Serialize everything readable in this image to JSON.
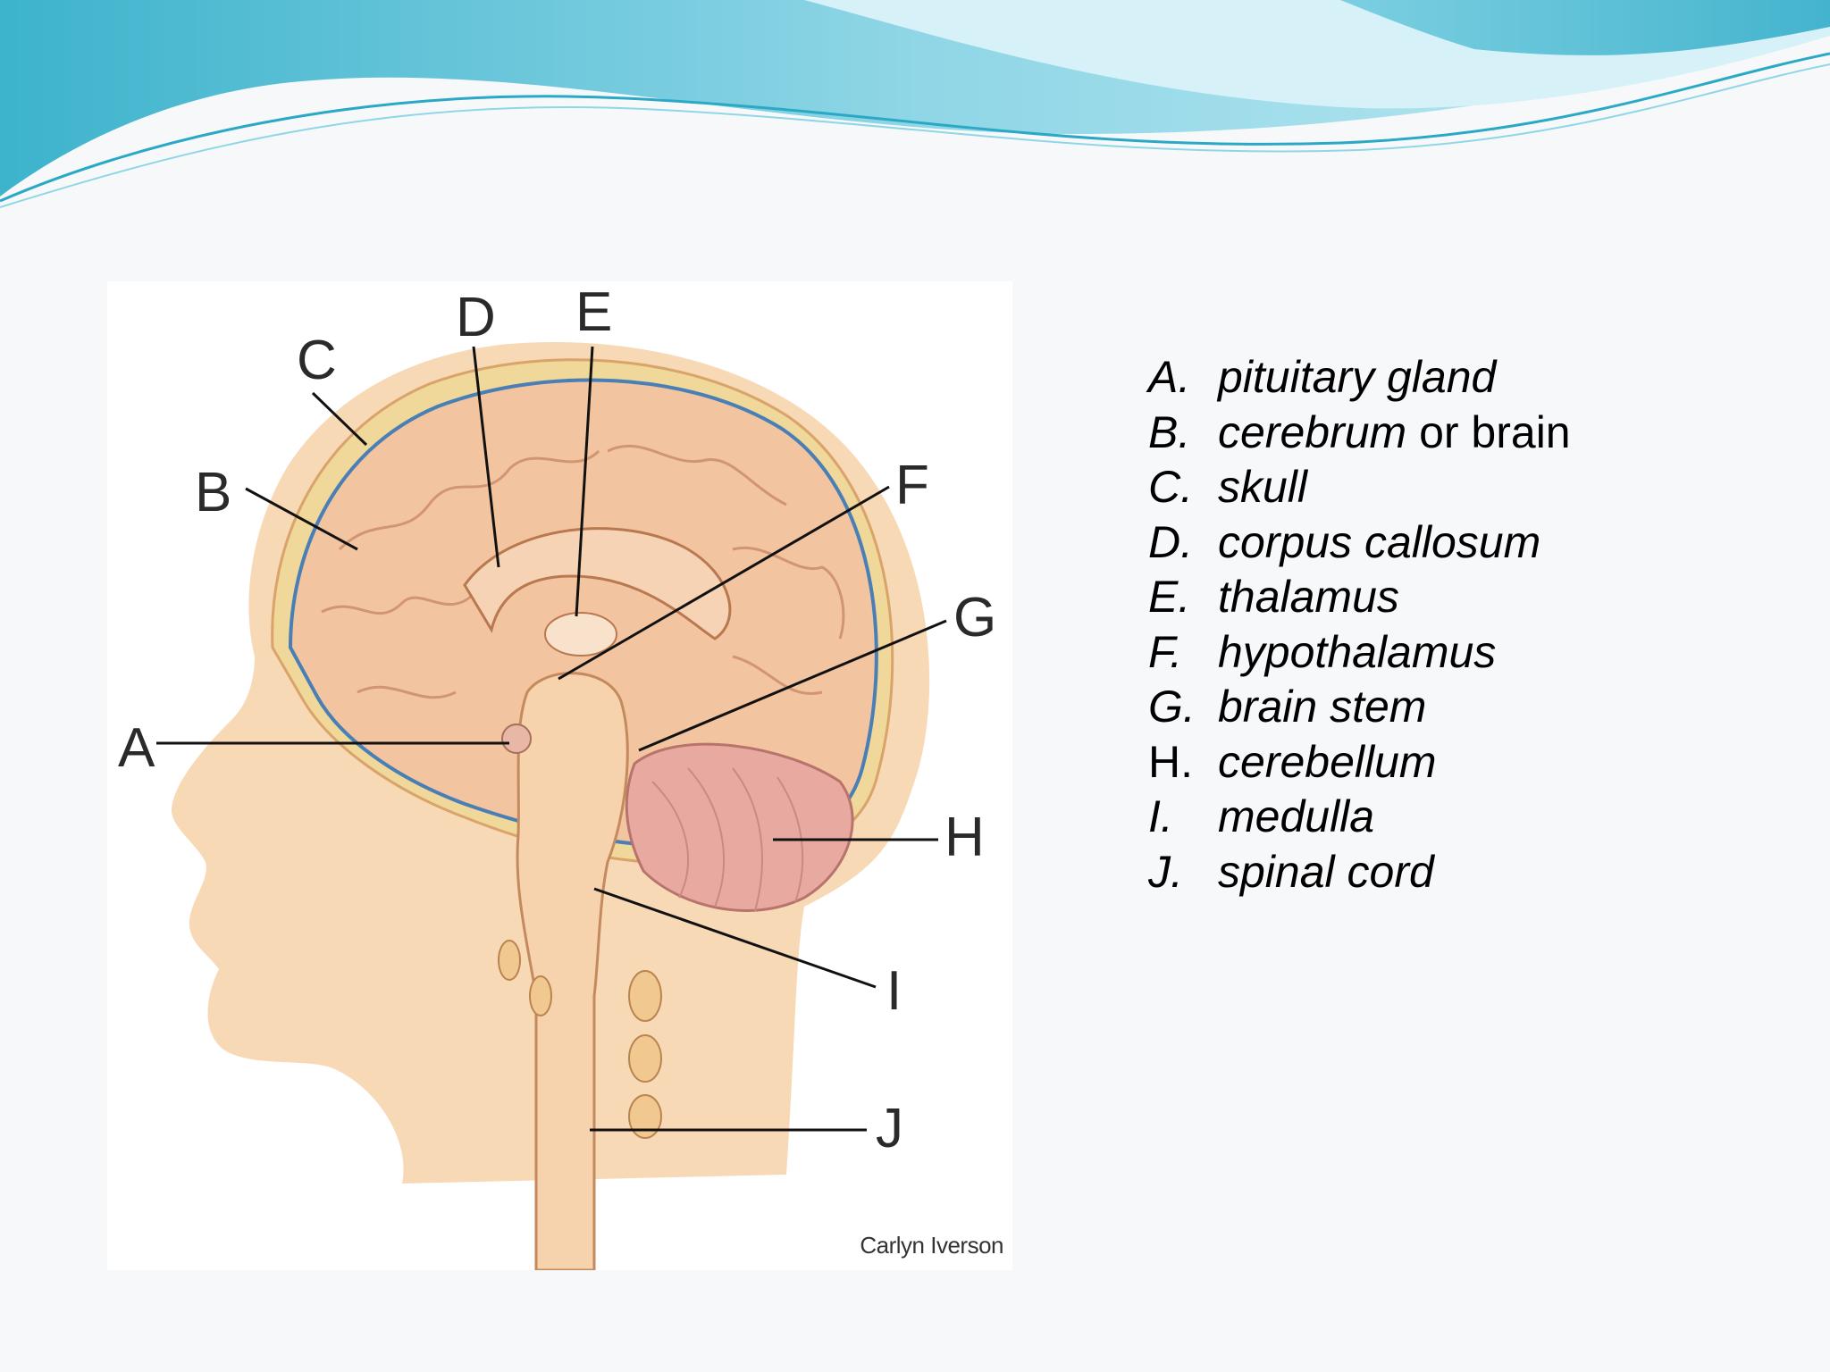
{
  "diagram": {
    "labels": [
      "A",
      "B",
      "C",
      "D",
      "E",
      "F",
      "G",
      "H",
      "I",
      "J"
    ],
    "credit": "Carlyn Iverson"
  },
  "legend": [
    {
      "letter": "A.",
      "text": "pituitary gland",
      "letter_italic": true,
      "text_italic": true
    },
    {
      "letter": "B.",
      "text": "cerebrum",
      "suffix": " or brain",
      "letter_italic": true,
      "text_italic": true
    },
    {
      "letter": "C.",
      "text": "skull",
      "letter_italic": true,
      "text_italic": true
    },
    {
      "letter": "D.",
      "text": "corpus callosum",
      "letter_italic": true,
      "text_italic": true
    },
    {
      "letter": "E.",
      "text": "thalamus",
      "letter_italic": true,
      "text_italic": true
    },
    {
      "letter": "F.",
      "text": "hypothalamus",
      "letter_italic": true,
      "text_italic": true
    },
    {
      "letter": "G.",
      "text": "brain stem",
      "letter_italic": true,
      "text_italic": true
    },
    {
      "letter": "H.",
      "text": "cerebellum",
      "letter_italic": false,
      "text_italic": true
    },
    {
      "letter": "I.",
      "text": "medulla",
      "letter_italic": true,
      "text_italic": true
    },
    {
      "letter": "J.",
      "text": "spinal cord",
      "letter_italic": true,
      "text_italic": true
    }
  ],
  "colors": {
    "wave_light": "#bfe9f2",
    "wave_mid": "#7fd0e2",
    "wave_dark": "#3db3cc",
    "skin": "#f7d9b6",
    "brain": "#f2c4a0",
    "skull": "#f0d79a",
    "membrane": "#4a7fb5",
    "cerebellum": "#e8a9a0"
  }
}
